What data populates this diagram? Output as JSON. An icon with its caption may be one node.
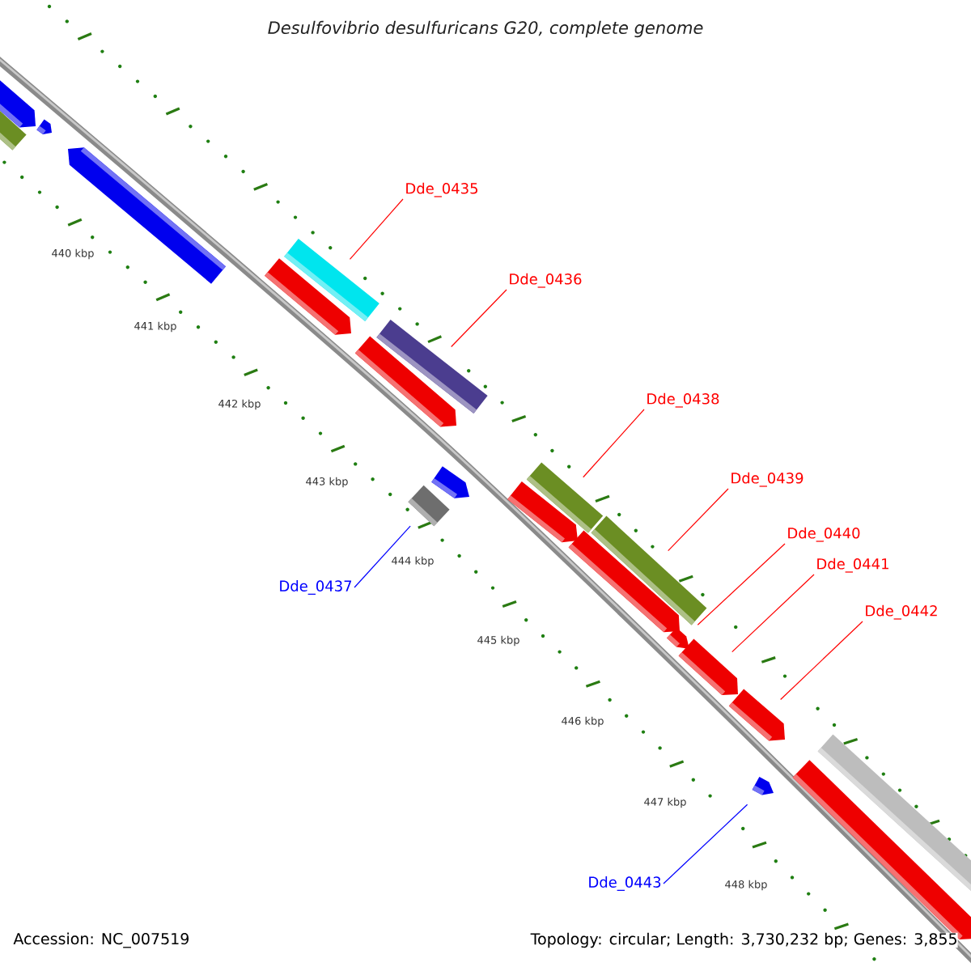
{
  "diagram": {
    "title": "Desulfovibrio desulfuricans G20, complete genome",
    "nodes": [
      {
        "text": [
          "Dde_0435"
        ]
      },
      {
        "text": [
          "Dde_0436"
        ]
      },
      {
        "text": [
          "Dde_0438"
        ]
      },
      {
        "text": [
          "Dde_0439"
        ]
      },
      {
        "text": [
          "Dde_0440"
        ]
      },
      {
        "text": [
          "Dde_0441"
        ]
      },
      {
        "text": [
          "Dde_0442"
        ]
      },
      {
        "text": [
          "Dde_0437"
        ]
      },
      {
        "text": [
          "Dde_0443"
        ]
      },
      {
        "text": [],
        "shape": "bar"
      },
      {
        "text": [],
        "shape": "bar"
      },
      {
        "text": [],
        "shape": "bar"
      },
      {
        "text": [],
        "shape": "bar"
      },
      {
        "text": [],
        "shape": "arrow"
      },
      {
        "text": [],
        "shape": "arrow"
      },
      {
        "text": [],
        "shape": "arrow"
      },
      {
        "text": [],
        "shape": "bar"
      },
      {
        "text": [],
        "shape": "arrow"
      }
    ],
    "edges": [
      {
        "from": 0,
        "to": 9,
        "arrow": "none"
      },
      {
        "from": 1,
        "to": 10,
        "arrow": "none"
      },
      {
        "from": 2,
        "to": 11,
        "arrow": "none"
      },
      {
        "from": 3,
        "to": 12,
        "arrow": "none"
      },
      {
        "from": 4,
        "to": 13,
        "arrow": "none"
      },
      {
        "from": 5,
        "to": 14,
        "arrow": "none"
      },
      {
        "from": 6,
        "to": 15,
        "arrow": "none"
      },
      {
        "from": 7,
        "to": 16,
        "arrow": "none",
        "color": "#0000ff"
      },
      {
        "from": 8,
        "to": 17,
        "arrow": "none",
        "color": "#0000ff"
      }
    ],
    "labels": [
      "440 kbp",
      "441 kbp",
      "442 kbp",
      "443 kbp",
      "444 kbp",
      "445 kbp",
      "446 kbp",
      "447 kbp",
      "448 kbp",
      "Accession: NC_007519",
      "Topology: circular; Length: 3,730,232 bp; Genes: 3,855"
    ]
  }
}
